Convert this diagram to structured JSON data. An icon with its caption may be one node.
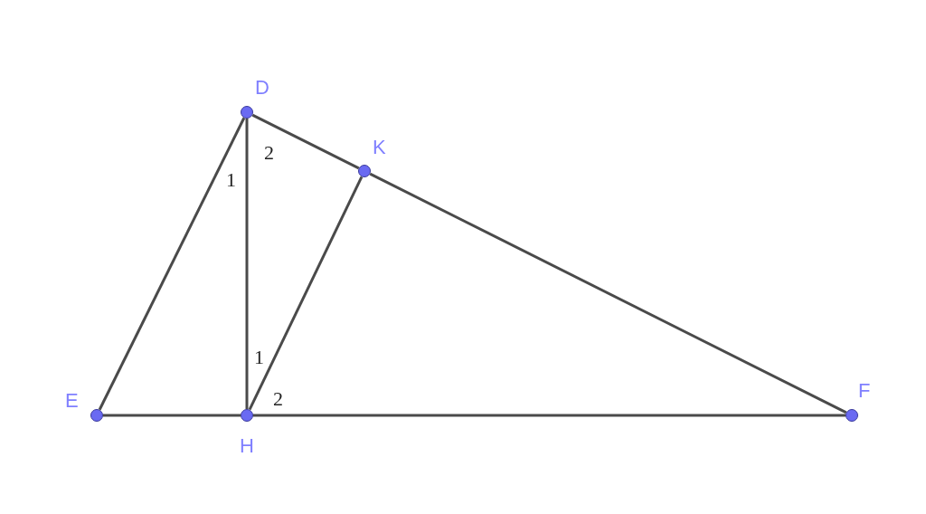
{
  "diagram": {
    "nodes": [
      {
        "text": [],
        "shape": "circle",
        "beside": [
          "D"
        ]
      },
      {
        "text": [],
        "shape": "circle",
        "beside": [
          "K"
        ]
      },
      {
        "text": [],
        "shape": "circle",
        "beside": [
          "E"
        ]
      },
      {
        "text": [],
        "shape": "circle",
        "beside": [
          "H"
        ]
      },
      {
        "text": [],
        "shape": "circle",
        "beside": [
          "F"
        ]
      }
    ],
    "edges": [
      {
        "from": 2,
        "to": 0,
        "arrow": "none"
      },
      {
        "from": 0,
        "to": 3,
        "arrow": "none"
      },
      {
        "from": 0,
        "to": 1,
        "arrow": "none"
      },
      {
        "from": 1,
        "to": 4,
        "arrow": "none"
      },
      {
        "from": 3,
        "to": 1,
        "arrow": "none"
      },
      {
        "from": 2,
        "to": 3,
        "arrow": "none"
      },
      {
        "from": 3,
        "to": 4,
        "arrow": "none"
      }
    ],
    "labels": [
      "2",
      "1",
      "1",
      "2"
    ]
  }
}
